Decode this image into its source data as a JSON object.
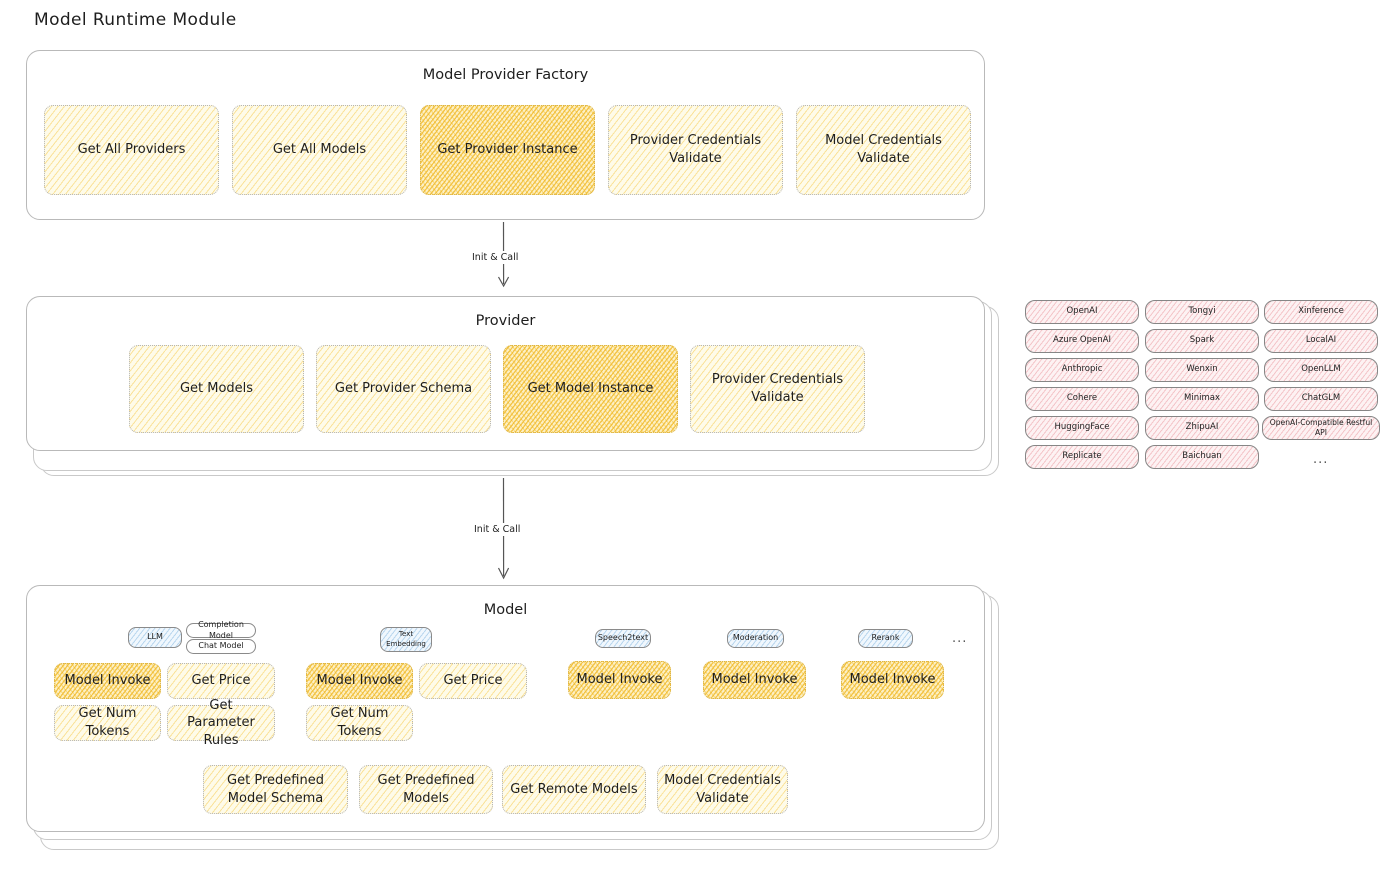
{
  "page": {
    "title": "Model Runtime Module"
  },
  "arrows": [
    {
      "label": "Init & Call"
    },
    {
      "label": "Init & Call"
    }
  ],
  "factory": {
    "title": "Model Provider Factory",
    "nodes": [
      {
        "label": "Get All Providers",
        "highlighted": false
      },
      {
        "label": "Get All Models",
        "highlighted": false
      },
      {
        "label": "Get Provider Instance",
        "highlighted": true
      },
      {
        "label": "Provider Credentials Validate",
        "highlighted": false
      },
      {
        "label": "Model Credentials Validate",
        "highlighted": false
      }
    ]
  },
  "provider": {
    "title": "Provider",
    "nodes": [
      {
        "label": "Get Models",
        "highlighted": false
      },
      {
        "label": "Get Provider Schema",
        "highlighted": false
      },
      {
        "label": "Get Model Instance",
        "highlighted": true
      },
      {
        "label": "Provider Credentials Validate",
        "highlighted": false
      }
    ]
  },
  "provider_list": {
    "columns": [
      {
        "items": [
          "OpenAI",
          "Azure OpenAI",
          "Anthropic",
          "Cohere",
          "HuggingFace",
          "Replicate"
        ]
      },
      {
        "items": [
          "Tongyi",
          "Spark",
          "Wenxin",
          "Minimax",
          "ZhipuAI",
          "Baichuan"
        ]
      },
      {
        "items": [
          "Xinference",
          "LocalAI",
          "OpenLLM",
          "ChatGLM",
          "OpenAI-Compatible Restful API"
        ]
      }
    ],
    "more": "..."
  },
  "model": {
    "title": "Model",
    "more": "...",
    "groups": [
      {
        "badge": "LLM",
        "sub_badges": [
          "Completion Model",
          "Chat Model"
        ],
        "methods": [
          {
            "label": "Model Invoke",
            "highlighted": true
          },
          {
            "label": "Get Price",
            "highlighted": false
          },
          {
            "label": "Get Num Tokens",
            "highlighted": false
          },
          {
            "label": "Get Parameter Rules",
            "highlighted": false
          }
        ]
      },
      {
        "badge": "Text Embedding",
        "sub_badges": [],
        "methods": [
          {
            "label": "Model Invoke",
            "highlighted": true
          },
          {
            "label": "Get Price",
            "highlighted": false
          },
          {
            "label": "Get Num Tokens",
            "highlighted": false
          }
        ]
      },
      {
        "badge": "Speech2text",
        "sub_badges": [],
        "methods": [
          {
            "label": "Model Invoke",
            "highlighted": true
          }
        ]
      },
      {
        "badge": "Moderation",
        "sub_badges": [],
        "methods": [
          {
            "label": "Model Invoke",
            "highlighted": true
          }
        ]
      },
      {
        "badge": "Rerank",
        "sub_badges": [],
        "methods": [
          {
            "label": "Model Invoke",
            "highlighted": true
          }
        ]
      }
    ],
    "shared_methods": [
      {
        "label": "Get Predefined Model Schema"
      },
      {
        "label": "Get Predefined Models"
      },
      {
        "label": "Get Remote Models"
      },
      {
        "label": "Model Credentials Validate"
      }
    ]
  },
  "colors": {
    "highlight_yellow": "#f0b928",
    "light_yellow": "#fefbe9",
    "provider_pink": "#fdf2f3",
    "badge_blue": "#f0f7fd",
    "frame_border": "#b9b9b9",
    "text": "#1e1e1e"
  }
}
